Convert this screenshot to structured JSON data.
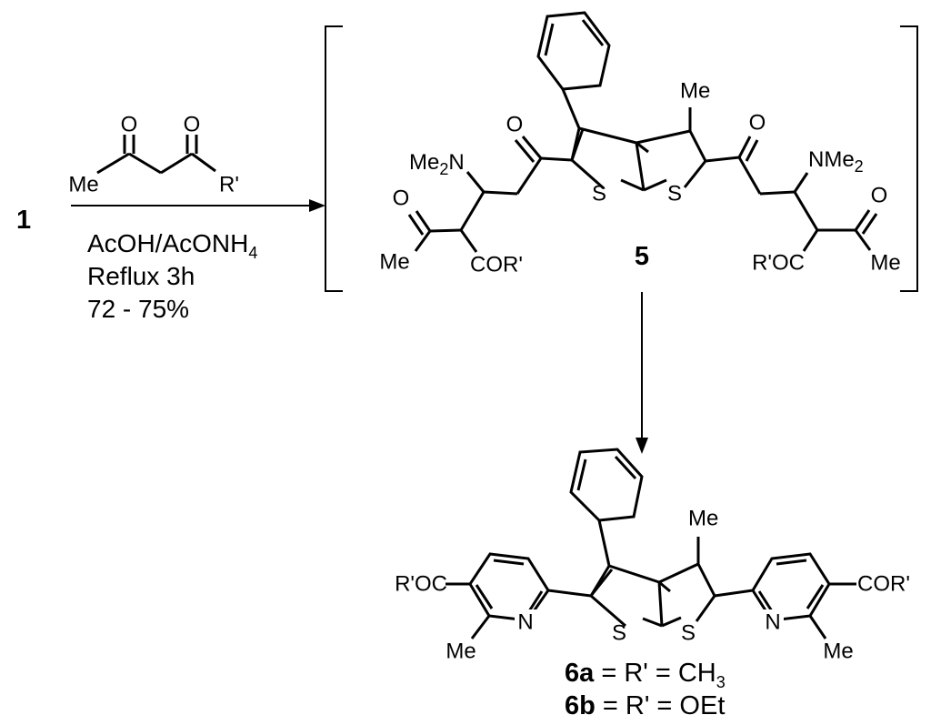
{
  "compound_1": "1",
  "compound_5": "5",
  "reagent": {
    "o": "O",
    "me": "Me",
    "r": "R'"
  },
  "conditions": {
    "line1": "AcOH/AcONH",
    "line1_sub": "4",
    "line2": "Reflux 3h",
    "line3": "72 - 75%"
  },
  "atoms": {
    "S": "S",
    "O": "O",
    "N": "N",
    "Me": "Me",
    "Me2N": "Me",
    "Me2N_sub": "2",
    "Me2N_N": "N",
    "NMe2": "NMe",
    "NMe2_sub": "2",
    "COR": "COR'",
    "ROC": "R'OC"
  },
  "legend": {
    "a_id": "6a",
    "a_text": " = R' = CH",
    "a_sub": "3",
    "b_id": "6b",
    "b_text": " = R' = OEt"
  }
}
